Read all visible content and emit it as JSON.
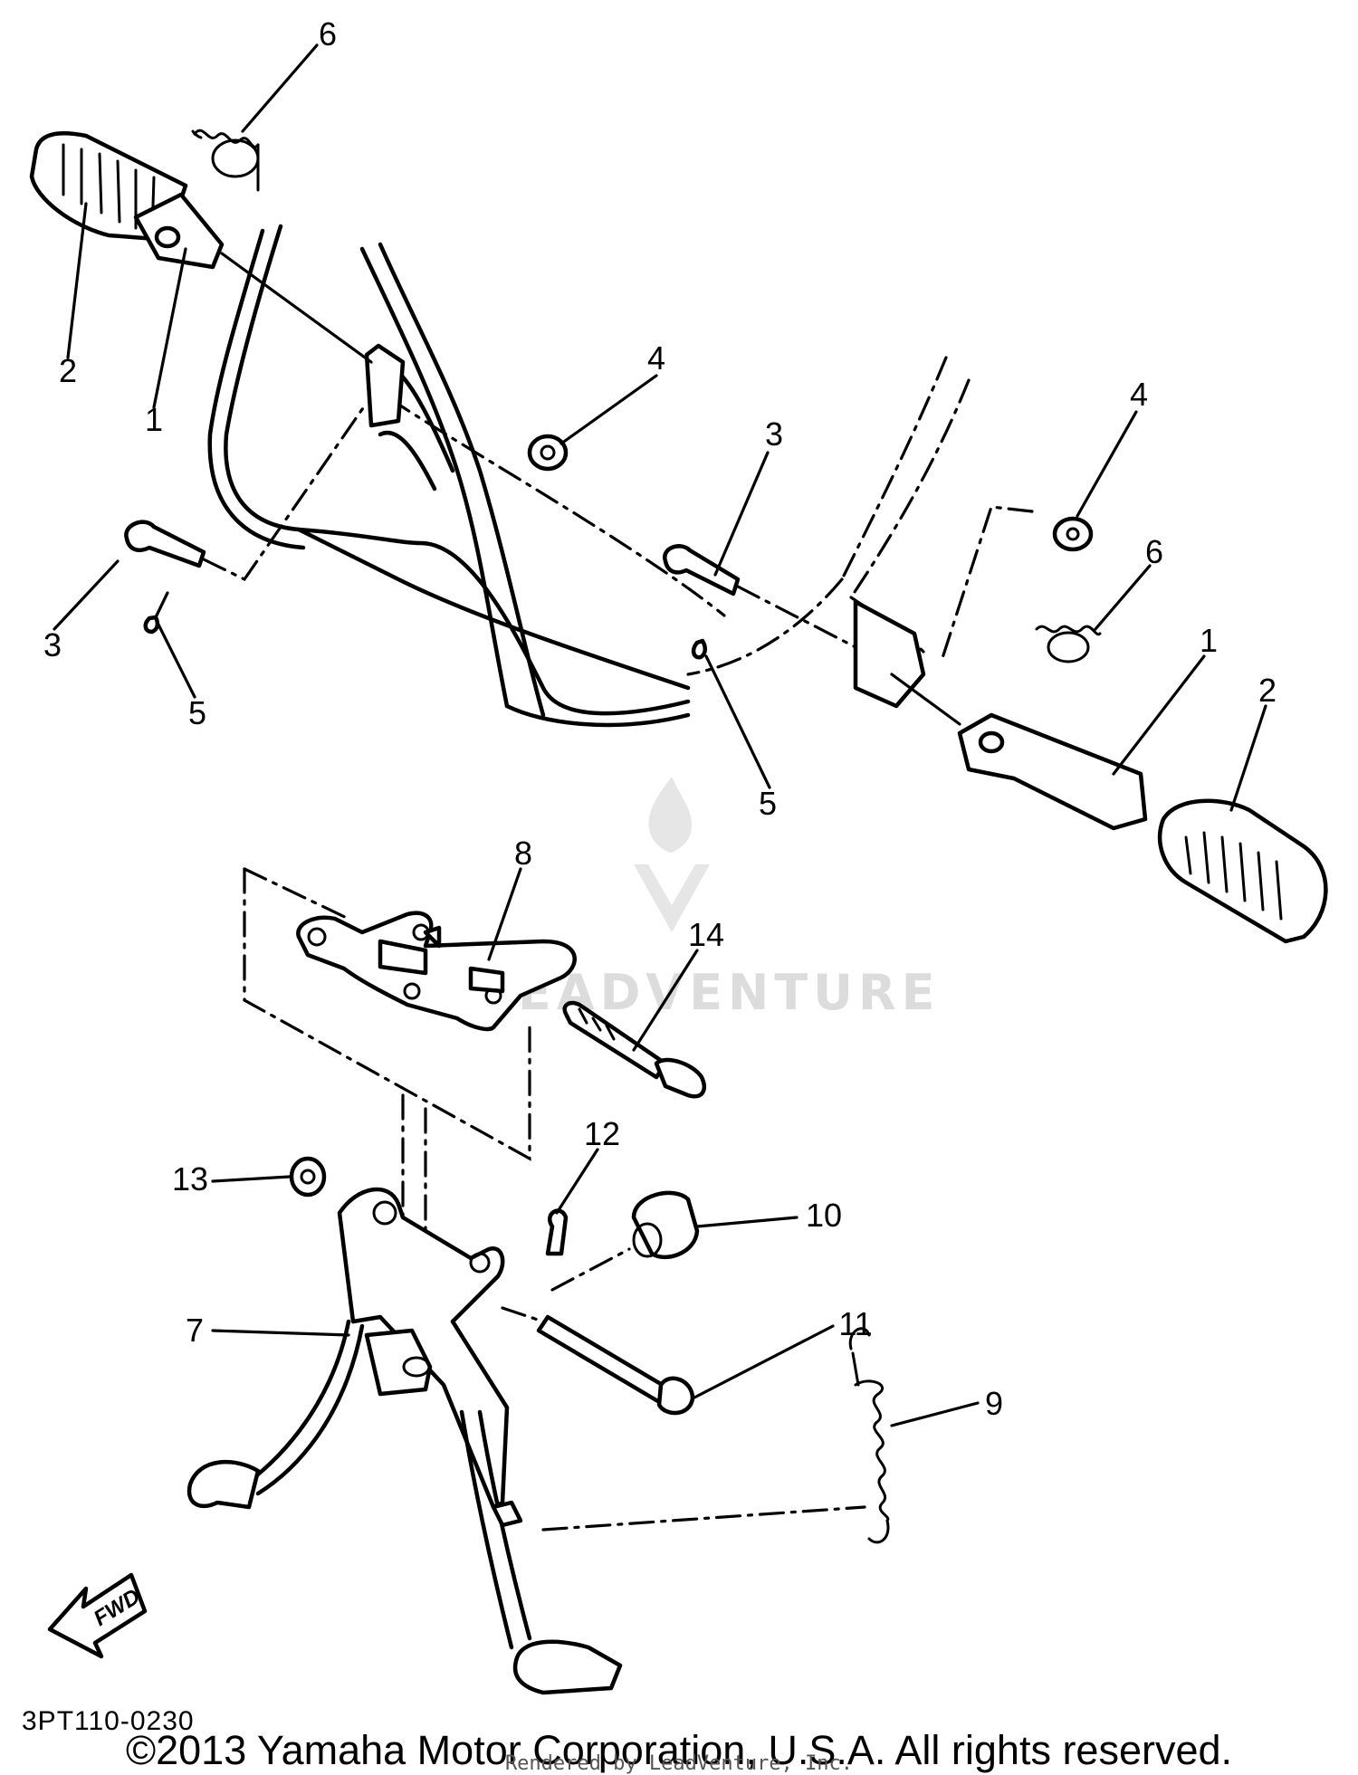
{
  "callouts": [
    {
      "label": "6"
    },
    {
      "label": "2"
    },
    {
      "label": "1"
    },
    {
      "label": "4"
    },
    {
      "label": "3"
    },
    {
      "label": "3"
    },
    {
      "label": "5"
    },
    {
      "label": "4"
    },
    {
      "label": "6"
    },
    {
      "label": "5"
    },
    {
      "label": "1"
    },
    {
      "label": "2"
    },
    {
      "label": "8"
    },
    {
      "label": "14"
    },
    {
      "label": "12"
    },
    {
      "label": "10"
    },
    {
      "label": "13"
    },
    {
      "label": "7"
    },
    {
      "label": "11"
    },
    {
      "label": "9"
    }
  ],
  "fwd_label": "FWD",
  "watermark": "LEADVENTURE",
  "diagram_code": "3PT110-0230",
  "copyright": "©2013 Yamaha Motor Corporation, U.S.A. All rights reserved.",
  "rendered_by": "Rendered by LeadVenture, Inc."
}
